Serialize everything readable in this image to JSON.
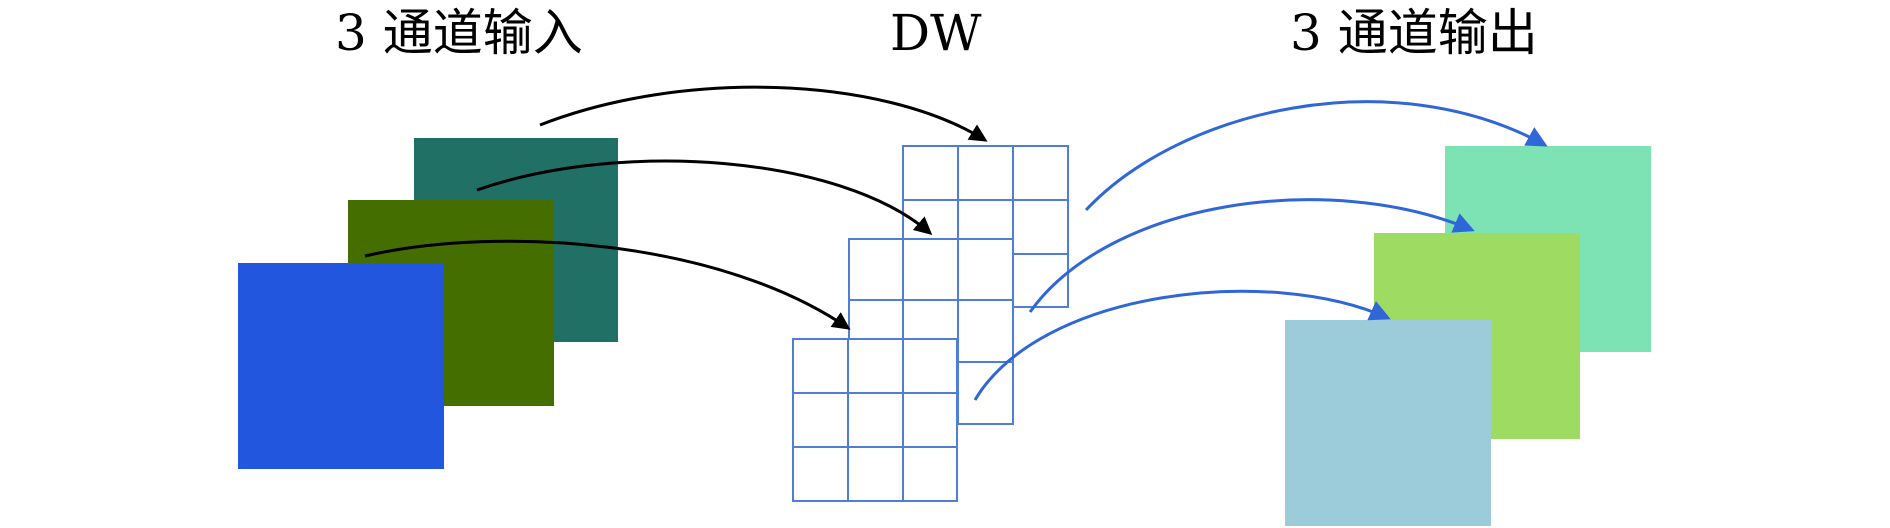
{
  "labels": {
    "input": "3 通道输入",
    "kernel": "DW",
    "output": "3 通道输出"
  },
  "colors": {
    "input_back": "#207066",
    "input_mid": "#446e00",
    "input_front": "#2356de",
    "grid_line": "#4f7fd4",
    "output_back": "#7de3b5",
    "output_mid": "#9ddb62",
    "output_front": "#9ccbd9",
    "arrow_black": "#000000",
    "arrow_blue": "#2f66d8"
  },
  "icons": {
    "kernel_arrow": "black-curved-arrow",
    "output_arrow": "blue-curved-arrow"
  }
}
